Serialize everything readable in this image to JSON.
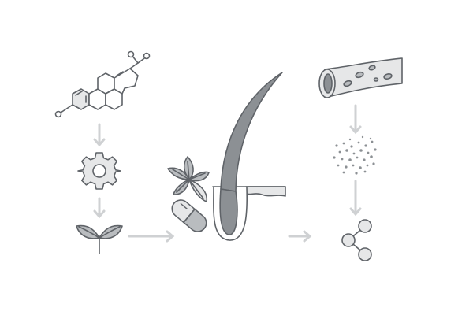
{
  "colors": {
    "background": "#ffffff",
    "outline": "#5f6368",
    "fill_light": "#e6e7e8",
    "fill_mid": "#b9bcbf",
    "fill_dark": "#8c9094",
    "arrow": "#cfd1d3"
  },
  "diagram": {
    "nodes": [
      {
        "id": "steroid-molecule",
        "icon": "steroid-molecule-icon"
      },
      {
        "id": "gear",
        "icon": "gear-icon"
      },
      {
        "id": "sprout",
        "icon": "sprout-icon"
      },
      {
        "id": "herb-leaves",
        "icon": "herb-leaf-icon"
      },
      {
        "id": "capsule",
        "icon": "capsule-pill-icon"
      },
      {
        "id": "hair-follicle",
        "icon": "hair-follicle-icon"
      },
      {
        "id": "blood-vessel",
        "icon": "blood-vessel-icon"
      },
      {
        "id": "particles",
        "icon": "particles-icon"
      },
      {
        "id": "molecule-network",
        "icon": "share-molecule-icon"
      }
    ],
    "edges": [
      {
        "from": "steroid-molecule",
        "to": "gear"
      },
      {
        "from": "gear",
        "to": "sprout"
      },
      {
        "from": "sprout",
        "to": "hair-follicle"
      },
      {
        "from": "hair-follicle",
        "to": "molecule-network"
      },
      {
        "from": "blood-vessel",
        "to": "particles"
      },
      {
        "from": "particles",
        "to": "molecule-network"
      }
    ]
  }
}
